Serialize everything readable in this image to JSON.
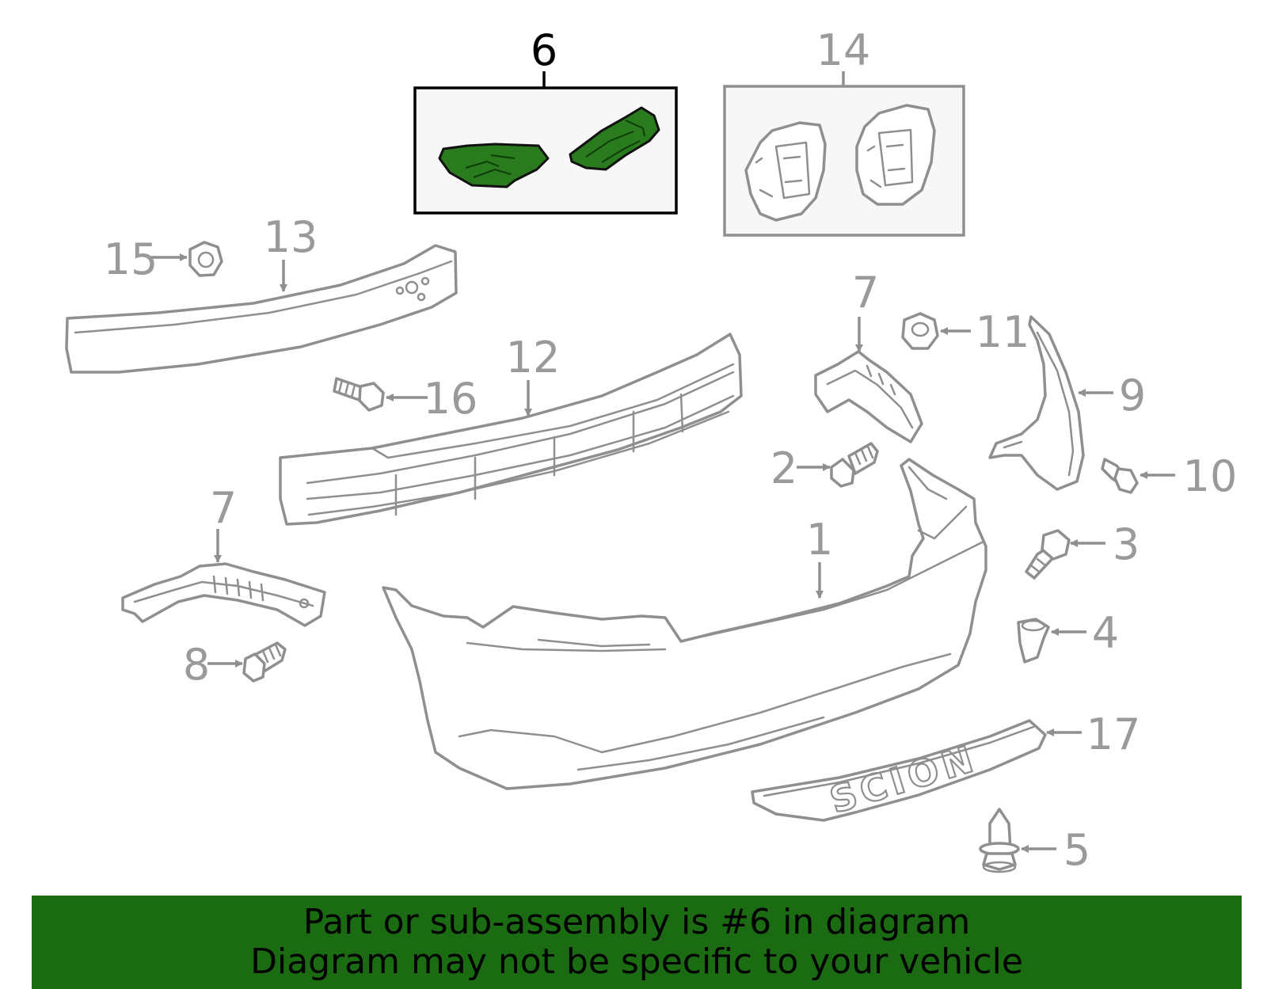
{
  "highlight_color": "#1a6b12",
  "callouts": {
    "c1": "1",
    "c2": "2",
    "c3": "3",
    "c4": "4",
    "c5": "5",
    "c6": "6",
    "c7a": "7",
    "c7b": "7",
    "c8": "8",
    "c9": "9",
    "c10": "10",
    "c11": "11",
    "c12": "12",
    "c13": "13",
    "c14": "14",
    "c15": "15",
    "c16": "16",
    "c17": "17"
  },
  "emblem_text": "SCION",
  "banner": {
    "line1": "Part or sub-assembly is #6 in diagram",
    "line2": "Diagram may not be specific to your vehicle"
  }
}
